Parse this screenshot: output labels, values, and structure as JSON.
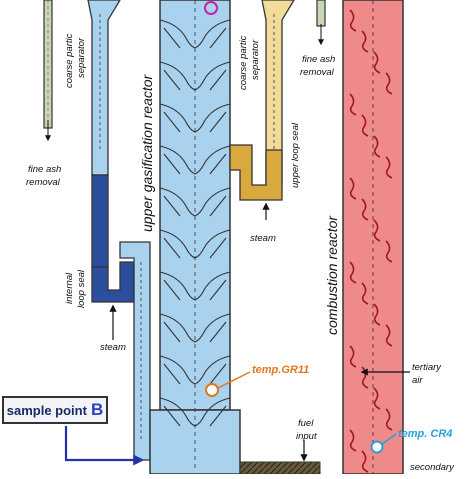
{
  "labels": {
    "upper_gasification_reactor": "upper gasification reactor",
    "combustion_reactor": "combustion reactor",
    "coarse_particle_separator_left": [
      "coarse partic",
      "separator"
    ],
    "coarse_particle_separator_right": [
      "coarse partic",
      "separator"
    ],
    "fine_ash_removal_left": [
      "fine ash",
      "removal"
    ],
    "fine_ash_removal_right": [
      "fine ash",
      "removal"
    ],
    "upper_loop_seal": "upper loop seal",
    "internal_loop_seal": [
      "internal",
      "loop seal"
    ],
    "steam_right": "steam",
    "steam_left": "steam",
    "tertiary_air": [
      "tertiary",
      "air"
    ],
    "fuel_input": [
      "fuel",
      "input"
    ],
    "secondary": "secondary"
  },
  "sample_point": {
    "text": "sample point",
    "letter": "B"
  },
  "temperature_points": [
    {
      "label": "temp.GR11",
      "color": "#e07820"
    },
    {
      "label": "temp. CR4",
      "color": "#2a9fd6"
    }
  ],
  "colors": {
    "gasifier_blue": "#a9d2ef",
    "loop_seal_dark_blue": "#2b4f9c",
    "combustion_red": "#ee8a8a",
    "upper_loop_seal_tan": "#d8a93f",
    "temp_marker_orange": "#e07820",
    "temp_marker_blue": "#2a9fd6",
    "sample_arrow": "#2233aa",
    "top_marker_magenta": "#cc22aa"
  }
}
